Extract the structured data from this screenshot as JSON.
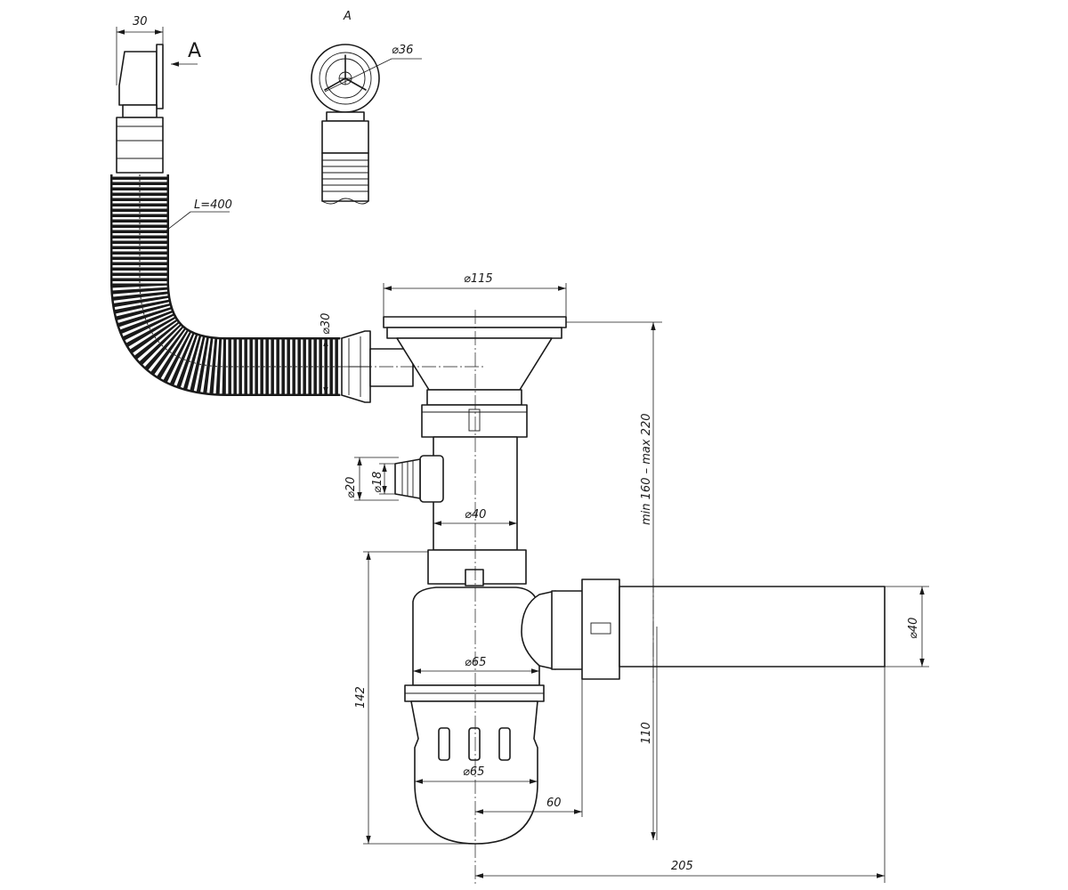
{
  "view_label": "A",
  "view_arrow_label": "A",
  "dimensions": {
    "overflow_width": "30",
    "overflow_diameter": "⌀36",
    "hose_length": "L=400",
    "strainer_diameter": "⌀115",
    "hose_connection_diameter": "⌀30",
    "height_range": "min 160 – max 220",
    "inlet_outer_diameter": "⌀20",
    "inlet_inner_diameter": "⌀18",
    "pipe_diameter": "⌀40",
    "trap_height": "142",
    "bottle_diameter_upper": "⌀65",
    "outlet_diameter": "⌀40",
    "outlet_height": "110",
    "bottle_diameter_lower": "⌀65",
    "outlet_offset": "60",
    "total_length": "205"
  }
}
